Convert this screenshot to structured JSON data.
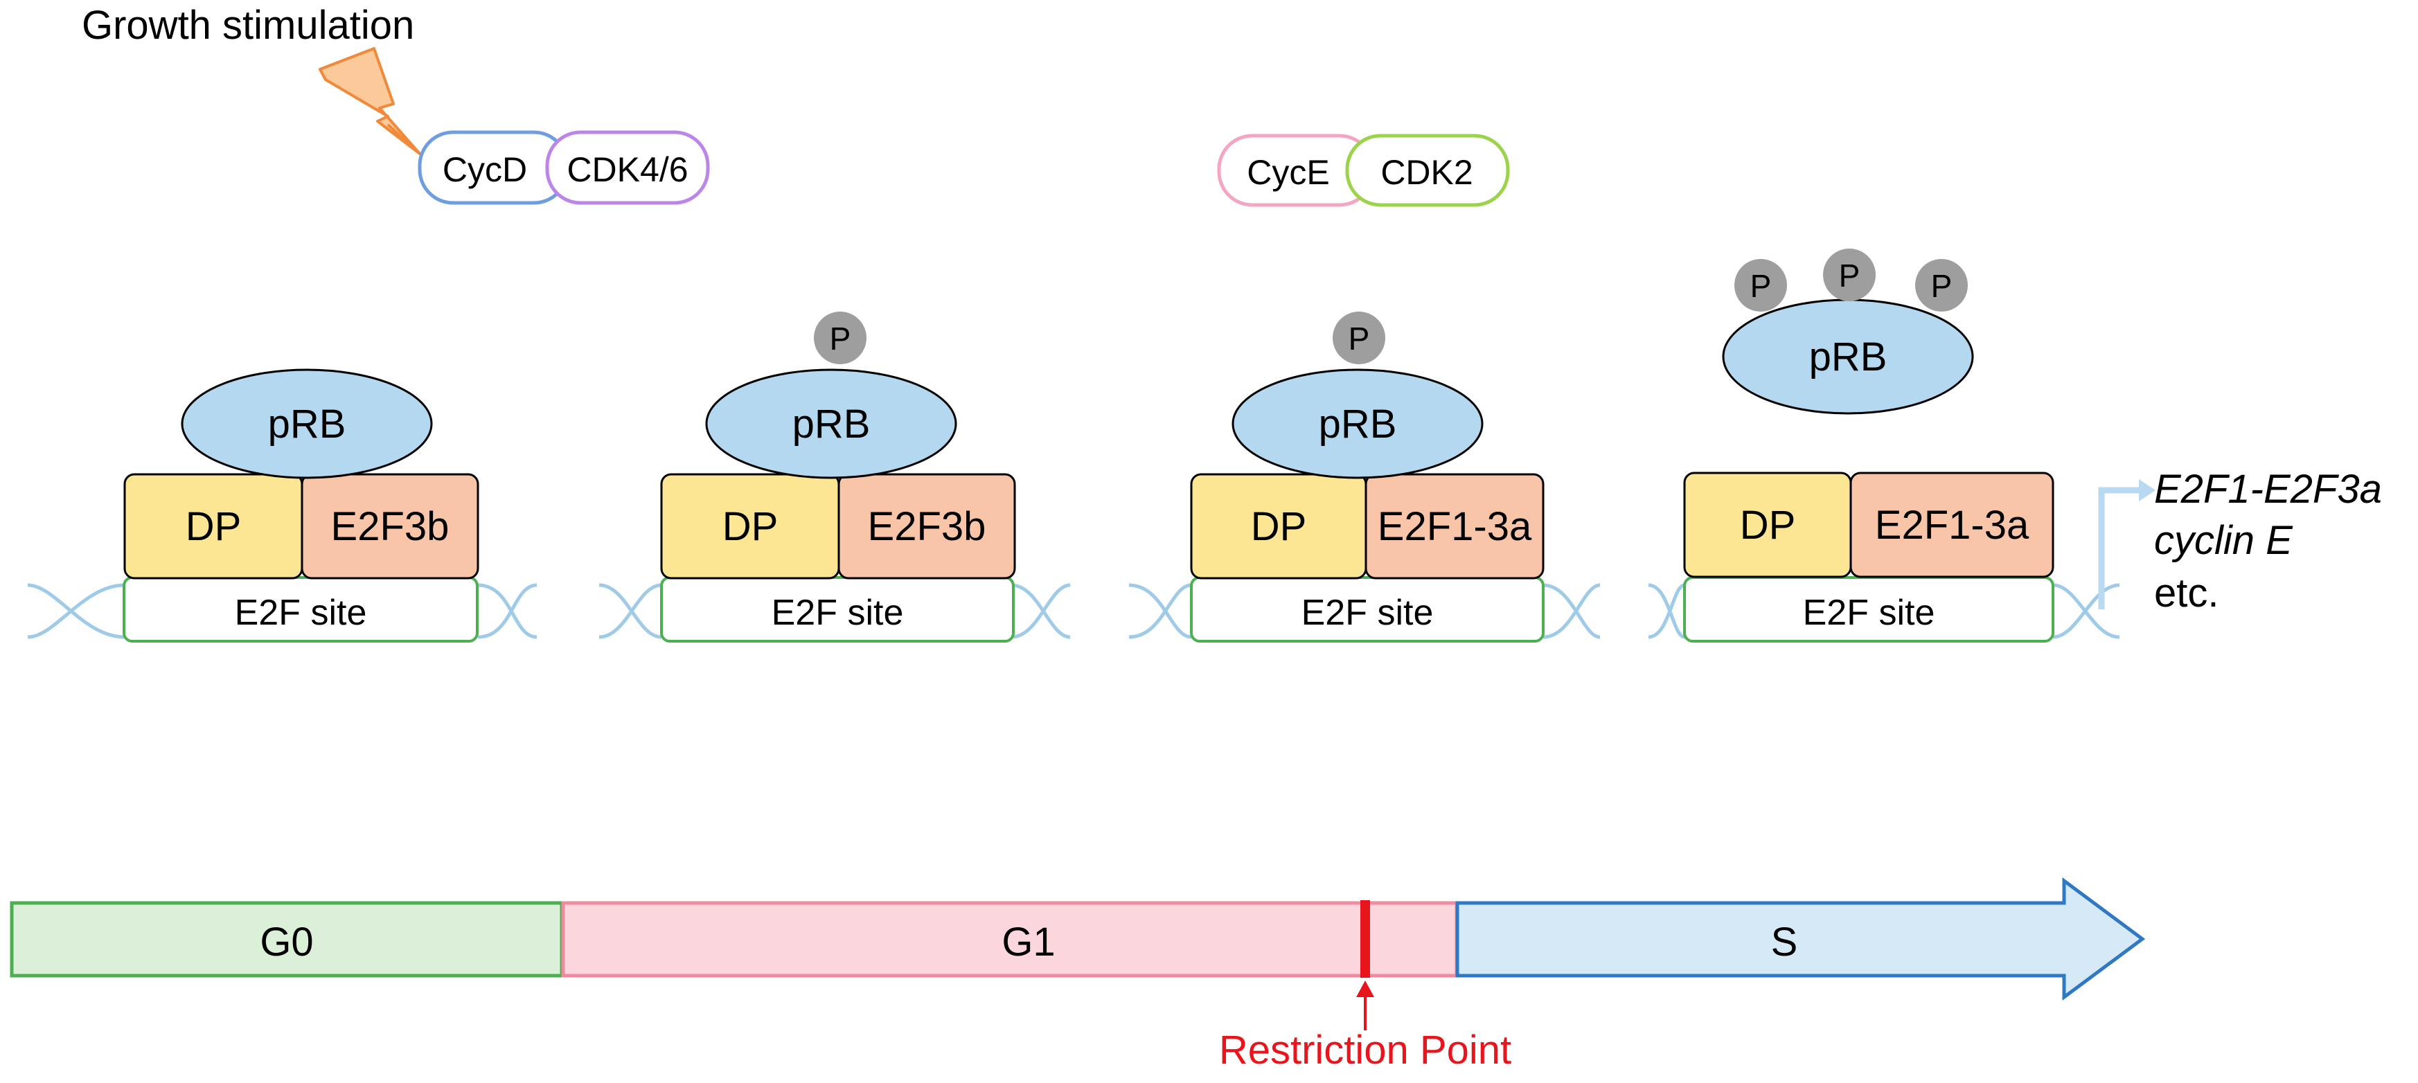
{
  "colors": {
    "pRB_fill": "#b3d8f0",
    "DP_fill": "#fde693",
    "E2F_fill": "#f8c5a8",
    "E2F_site_border": "#4caf50",
    "dna_strand": "#9fcbe8",
    "phosphate": "#9e9e9e",
    "cycD_border": "#6f9ee0",
    "cdk46_border": "#bb86e8",
    "cycE_border": "#f4a6c0",
    "cdk2_border": "#9bd34a",
    "bolt_fill": "#fbc99a",
    "bolt_stroke": "#f08a3a",
    "G0_fill": "#dcefd9",
    "G0_border": "#4caf50",
    "G1_fill": "#fbd7dd",
    "G1_border": "#f08aa0",
    "S_fill": "#d6e9f6",
    "S_border": "#2f78c4",
    "restriction": "#e8161c",
    "target_arrow": "#b8d9f0"
  },
  "stimulus": {
    "label": "Growth stimulation",
    "icon": "lightning-bolt-icon"
  },
  "complex_cycD": {
    "cyclin": "CycD",
    "cdk": "CDK4/6"
  },
  "complex_cycE": {
    "cyclin": "CycE",
    "cdk": "CDK2"
  },
  "stages": [
    {
      "prb": "pRB",
      "dp": "DP",
      "e2f": "E2F3b",
      "site": "E2F site",
      "phosphates": []
    },
    {
      "prb": "pRB",
      "dp": "DP",
      "e2f": "E2F3b",
      "site": "E2F site",
      "phosphates": [
        "P"
      ]
    },
    {
      "prb": "pRB",
      "dp": "DP",
      "e2f": "E2F1-3a",
      "site": "E2F site",
      "phosphates": [
        "P"
      ]
    },
    {
      "prb": "pRB",
      "dp": "DP",
      "e2f": "E2F1-3a",
      "site": "E2F site",
      "phosphates": [
        "P",
        "P",
        "P"
      ]
    }
  ],
  "target_genes": [
    "E2F1-E2F3a",
    "cyclin E",
    "etc."
  ],
  "timeline": {
    "phases": [
      "G0",
      "G1",
      "S"
    ],
    "restriction_label": "Restriction Point"
  }
}
